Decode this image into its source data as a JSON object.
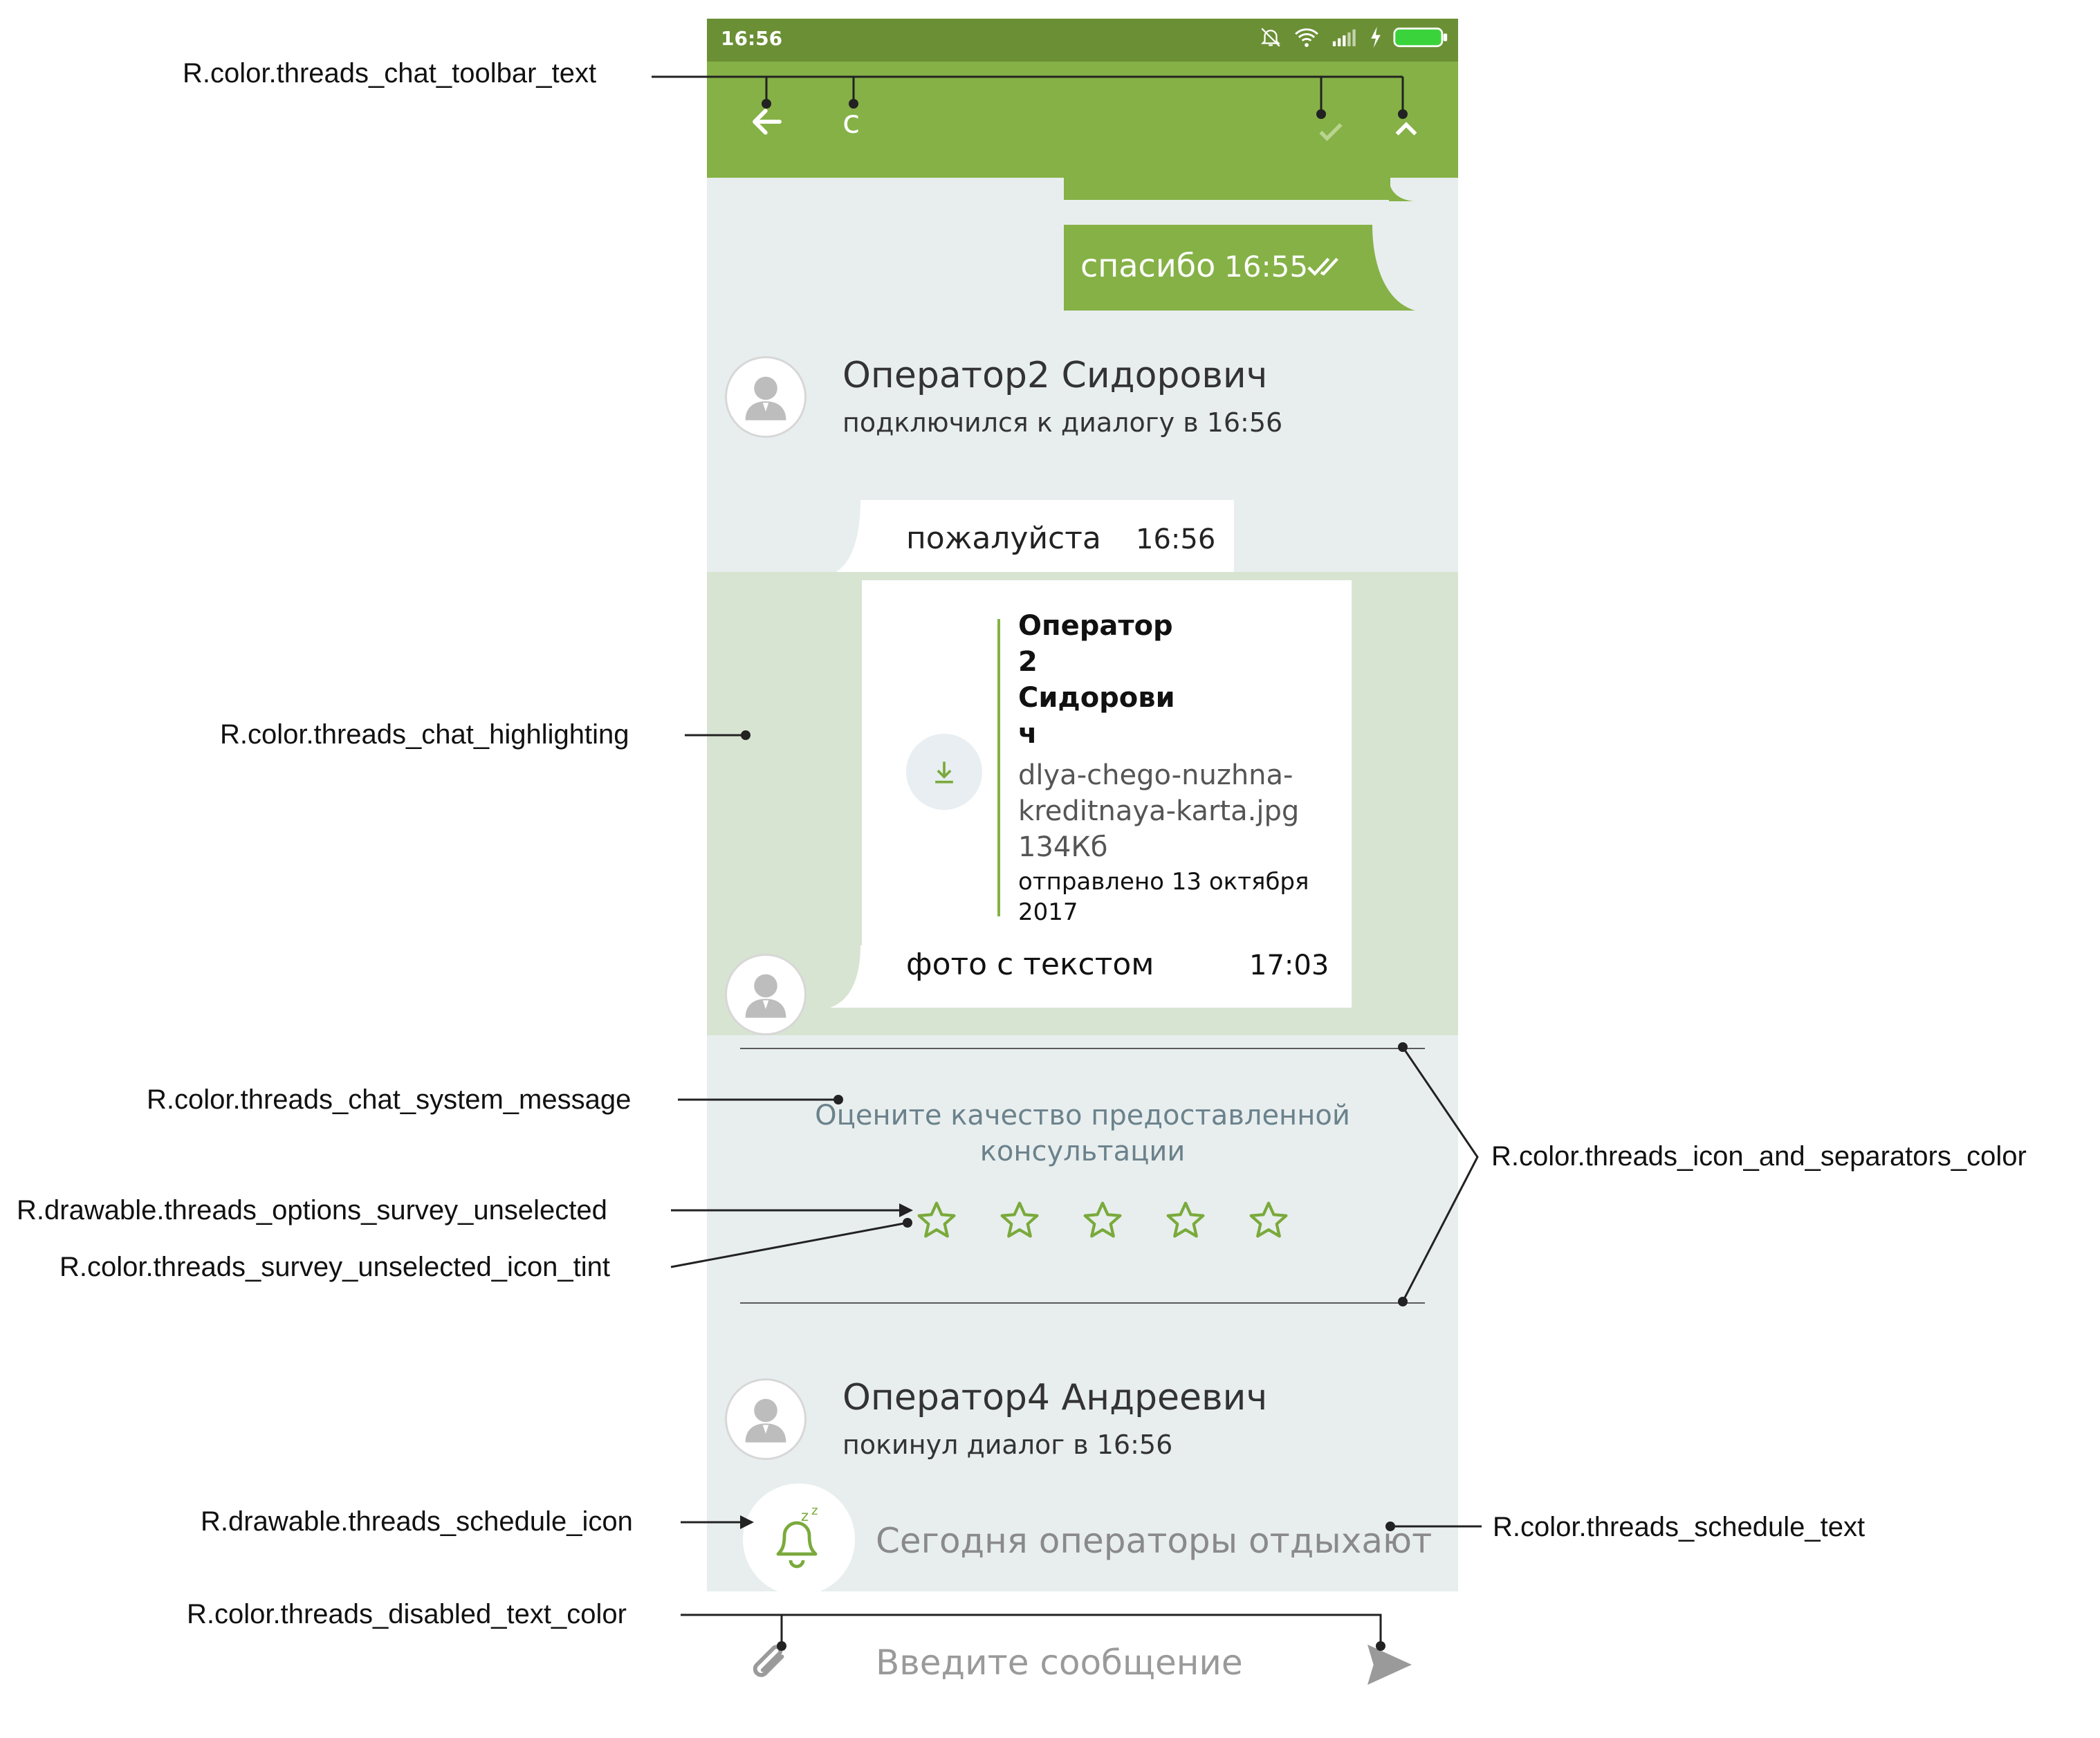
{
  "colors": {
    "statusbar": "#6b8f35",
    "toolbar": "#85b146",
    "chat_background": "#e8eeee",
    "highlighting": "#d8e4d2",
    "accent": "#7aaa3c",
    "system_message": "#6b828c",
    "schedule_text": "#8a8a8a",
    "disabled_text": "#9a9a9a"
  },
  "status_bar": {
    "time": "16:56",
    "icons": [
      "mute-icon",
      "wifi-icon",
      "signal-icon",
      "charging-icon",
      "battery-icon"
    ]
  },
  "toolbar": {
    "back_icon": "arrow-left-icon",
    "search_query": "с",
    "check_icon": "check-icon",
    "collapse_icon": "chevron-up-icon"
  },
  "messages": {
    "outgoing": {
      "text": "спасибо",
      "time": "16:55",
      "status_icon": "double-check-icon"
    },
    "operator_joined": {
      "name": "Оператор2 Сидорович",
      "status": "подключился к диалогу в 16:56"
    },
    "incoming": {
      "text": "пожалуйста",
      "time": "16:56"
    },
    "file_quote": {
      "author_lines": [
        "Оператор",
        "2",
        "Сидорови",
        "ч"
      ],
      "filename_lines": [
        "dlya-chego-nuzhna-",
        "kreditnaya-karta.jpg"
      ],
      "size": "134Кб",
      "sent_lines": [
        "отправлено 13 октября",
        "2017"
      ],
      "caption": "фото с текстом",
      "time": "17:03",
      "download_icon": "download-icon"
    },
    "survey": {
      "question_lines": [
        "Оцените качество предоставленной",
        "консультации"
      ],
      "stars_count": 5,
      "rating": 0,
      "star_icon": "star-outline-icon"
    },
    "operator_left": {
      "name": "Оператор4 Андреевич",
      "status": "покинул диалог в 16:56"
    },
    "schedule": {
      "icon": "bell-sleep-icon",
      "text": "Сегодня операторы отдыхают"
    }
  },
  "input": {
    "placeholder": "Введите сообщение",
    "attach_icon": "paperclip-icon",
    "send_icon": "send-icon"
  },
  "annotations": {
    "toolbar_text": "R.color.threads_chat_toolbar_text",
    "highlighting": "R.color.threads_chat_highlighting",
    "system_message": "R.color.threads_chat_system_message",
    "survey_unselected": "R.drawable.threads_options_survey_unselected",
    "survey_icon_tint": "R.color.threads_survey_unselected_icon_tint",
    "icon_and_separators": "R.color.threads_icon_and_separators_color",
    "schedule_icon": "R.drawable.threads_schedule_icon",
    "schedule_text": "R.color.threads_schedule_text",
    "disabled_text": "R.color.threads_disabled_text_color"
  }
}
